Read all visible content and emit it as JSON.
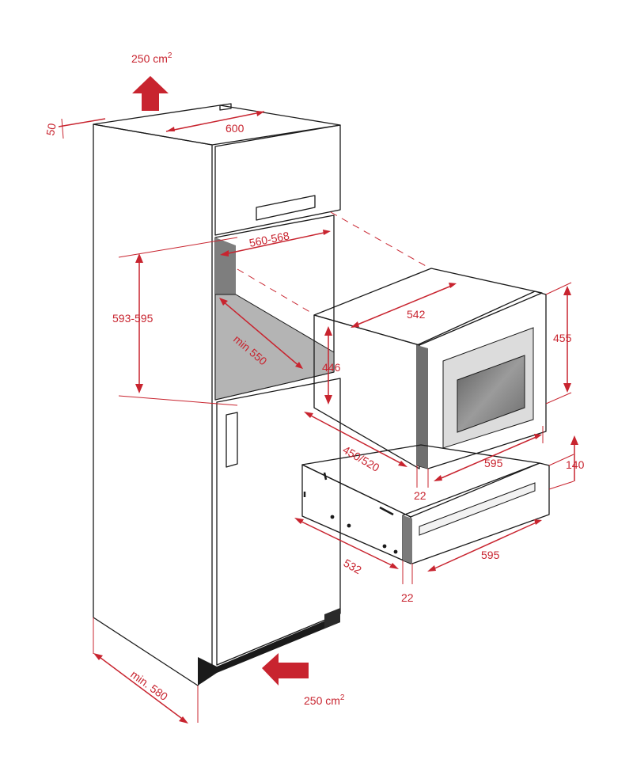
{
  "colors": {
    "accent": "#c8242f",
    "outline": "#1a1a1a",
    "metal_light": "#f2f2f2",
    "metal_dark": "#9a9a9a",
    "cavity": "#c9c9c9",
    "plinth": "#1a1a1a"
  },
  "icons": [
    "arrow-up-icon",
    "arrow-left-icon"
  ],
  "labels": {
    "vent_top": "250 cm",
    "vent_top_sup": "2",
    "vent_bottom": "250 cm",
    "vent_bottom_sup": "2",
    "top_width": "600",
    "cut_top": "50",
    "niche_width": "560-568",
    "niche_height": "593-595",
    "niche_depth": "min 550",
    "cabinet_depth": "min. 580",
    "oven_depth": "542",
    "oven_front_height": "455",
    "oven_body_height": "446",
    "oven_width": "595",
    "oven_install_depth": "450/520",
    "oven_front_thickness": "22",
    "drawer_height": "140",
    "drawer_width": "595",
    "drawer_depth": "532",
    "drawer_front_thickness": "22"
  }
}
